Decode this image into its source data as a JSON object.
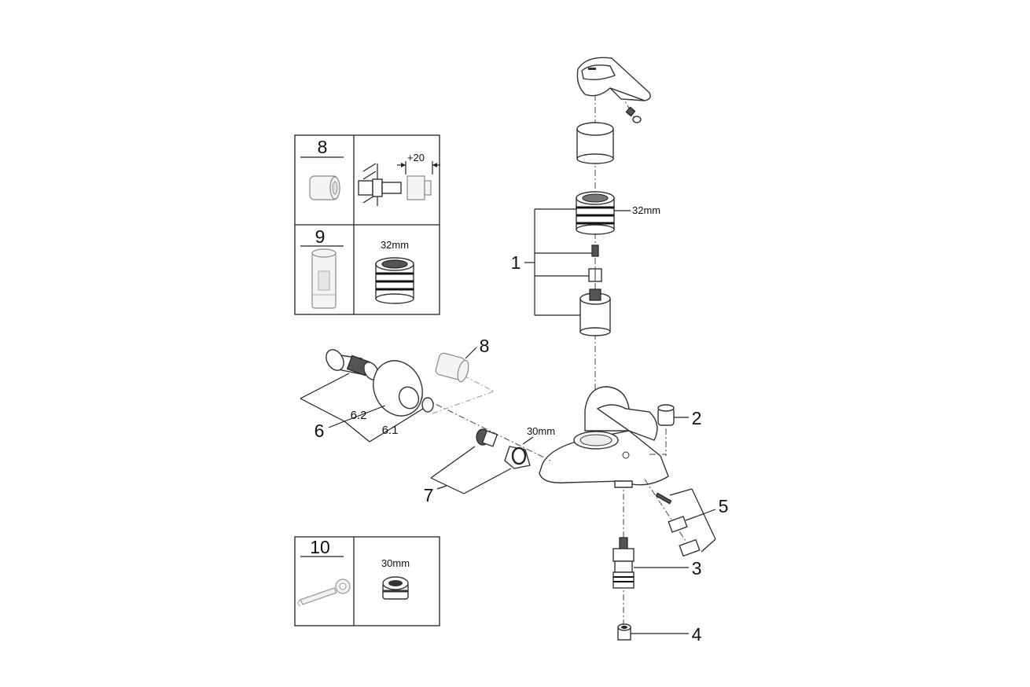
{
  "callouts": {
    "c1": "1",
    "c2": "2",
    "c3": "3",
    "c4": "4",
    "c5": "5",
    "c6": "6",
    "c6_1": "6.1",
    "c6_2": "6.2",
    "c7": "7",
    "c8": "8"
  },
  "dims": {
    "cartridge_32": "32mm",
    "nut_30": "30mm",
    "plus20": "+20"
  },
  "accessories": {
    "box8_num": "8",
    "box9_num": "9",
    "box9_dim": "32mm",
    "box10_num": "10",
    "box10_dim": "30mm"
  },
  "icons": [
    "wrench-icon",
    "extension-icon",
    "cartridge-icon",
    "nut-icon"
  ]
}
